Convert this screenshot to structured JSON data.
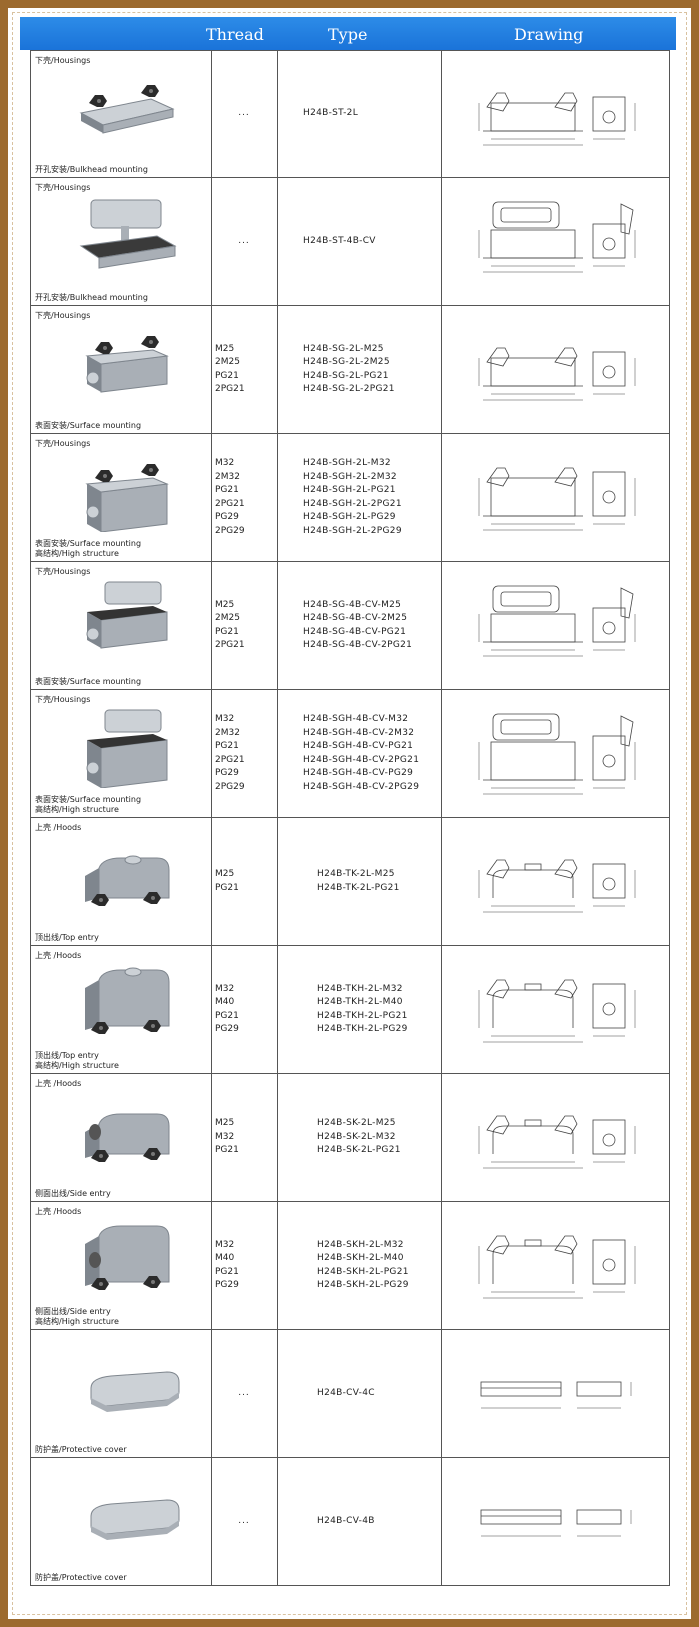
{
  "header": {
    "thread": "Thread",
    "type": "Type",
    "drawing": "Drawing"
  },
  "rows": [
    {
      "category": "下壳/Housings",
      "mount1": "开孔安装/Bulkhead mounting",
      "mount2": "",
      "threads": [
        "..."
      ],
      "types": [
        "H24B-ST-2L"
      ],
      "product": "housing-2l",
      "drawing": "bulk-2l"
    },
    {
      "category": "下壳/Housings",
      "mount1": "开孔安装/Bulkhead mounting",
      "mount2": "",
      "threads": [
        "..."
      ],
      "types": [
        "H24B-ST-4B-CV"
      ],
      "product": "housing-cv",
      "drawing": "bulk-cv"
    },
    {
      "category": "下壳/Housings",
      "mount1": "表面安装/Surface mounting",
      "mount2": "",
      "threads": [
        "M25",
        "2M25",
        "PG21",
        "2PG21"
      ],
      "types": [
        "H24B-SG-2L-M25",
        "H24B-SG-2L-2M25",
        "H24B-SG-2L-PG21",
        "H24B-SG-2L-2PG21"
      ],
      "product": "surface-2l",
      "drawing": "surface-2l"
    },
    {
      "category": "下壳/Housings",
      "mount1": "表面安装/Surface mounting",
      "mount2": "高结构/High structure",
      "threads": [
        "M32",
        "2M32",
        "PG21",
        "2PG21",
        "PG29",
        "2PG29"
      ],
      "types": [
        "H24B-SGH-2L-M32",
        "H24B-SGH-2L-2M32",
        "H24B-SGH-2L-PG21",
        "H24B-SGH-2L-2PG21",
        "H24B-SGH-2L-PG29",
        "H24B-SGH-2L-2PG29"
      ],
      "product": "surface-2l-high",
      "drawing": "surface-2l-high"
    },
    {
      "category": "下壳/Housings",
      "mount1": "表面安装/Surface mounting",
      "mount2": "",
      "threads": [
        "M25",
        "2M25",
        "PG21",
        "2PG21"
      ],
      "types": [
        "H24B-SG-4B-CV-M25",
        "H24B-SG-4B-CV-2M25",
        "H24B-SG-4B-CV-PG21",
        "H24B-SG-4B-CV-2PG21"
      ],
      "product": "surface-cv",
      "drawing": "surface-cv"
    },
    {
      "category": "下壳/Housings",
      "mount1": "表面安装/Surface mounting",
      "mount2": "高结构/High structure",
      "threads": [
        "M32",
        "2M32",
        "PG21",
        "2PG21",
        "PG29",
        "2PG29"
      ],
      "types": [
        "H24B-SGH-4B-CV-M32",
        "H24B-SGH-4B-CV-2M32",
        "H24B-SGH-4B-CV-PG21",
        "H24B-SGH-4B-CV-2PG21",
        "H24B-SGH-4B-CV-PG29",
        "H24B-SGH-4B-CV-2PG29"
      ],
      "product": "surface-cv-high",
      "drawing": "surface-cv-high"
    },
    {
      "category": "上壳 /Hoods",
      "mount1": "顶出线/Top entry",
      "mount2": "",
      "threads": [
        "M25",
        "PG21"
      ],
      "types": [
        "H24B-TK-2L-M25",
        "H24B-TK-2L-PG21"
      ],
      "product": "hood-top",
      "drawing": "hood-top"
    },
    {
      "category": "上壳 /Hoods",
      "mount1": "顶出线/Top entry",
      "mount2": "高结构/High structure",
      "threads": [
        "M32",
        "M40",
        "PG21",
        "PG29"
      ],
      "types": [
        "H24B-TKH-2L-M32",
        "H24B-TKH-2L-M40",
        "H24B-TKH-2L-PG21",
        "H24B-TKH-2L-PG29"
      ],
      "product": "hood-top-high",
      "drawing": "hood-top-high"
    },
    {
      "category": "上壳 /Hoods",
      "mount1": "侧面出线/Side entry",
      "mount2": "",
      "threads": [
        "M25",
        "M32",
        "PG21"
      ],
      "types": [
        "H24B-SK-2L-M25",
        "H24B-SK-2L-M32",
        "H24B-SK-2L-PG21"
      ],
      "product": "hood-side",
      "drawing": "hood-side"
    },
    {
      "category": "上壳 /Hoods",
      "mount1": "侧面出线/Side entry",
      "mount2": "高结构/High structure",
      "threads": [
        "M32",
        "M40",
        "PG21",
        "PG29"
      ],
      "types": [
        "H24B-SKH-2L-M32",
        "H24B-SKH-2L-M40",
        "H24B-SKH-2L-PG21",
        "H24B-SKH-2L-PG29"
      ],
      "product": "hood-side-high",
      "drawing": "hood-side-high"
    },
    {
      "category": "",
      "mount1": "防护盖/Protective cover",
      "mount2": "",
      "threads": [
        "..."
      ],
      "types": [
        "H24B-CV-4C"
      ],
      "product": "cover-4c",
      "drawing": "cover-4c"
    },
    {
      "category": "",
      "mount1": "防护盖/Protective cover",
      "mount2": "",
      "threads": [
        "..."
      ],
      "types": [
        "H24B-CV-4B"
      ],
      "product": "cover-4b",
      "drawing": "cover-4b"
    }
  ]
}
